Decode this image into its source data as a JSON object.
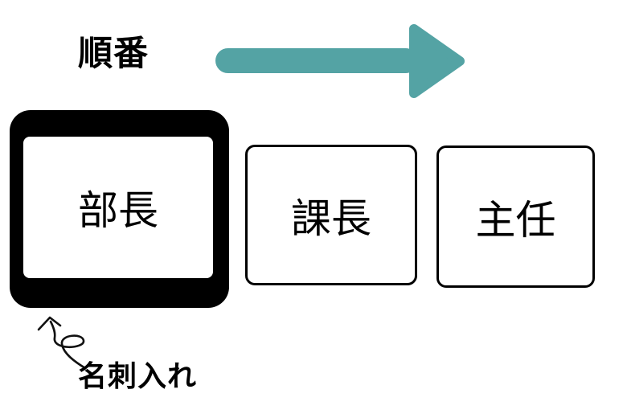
{
  "diagram": {
    "order_label": "順番",
    "cards": [
      {
        "label": "部長",
        "in_holder": true
      },
      {
        "label": "課長",
        "in_holder": false
      },
      {
        "label": "主任",
        "in_holder": false
      }
    ],
    "annotation_label": "名刺入れ",
    "colors": {
      "arrow": "#54A3A4",
      "ink": "#000000",
      "background": "#FFFFFF"
    }
  }
}
